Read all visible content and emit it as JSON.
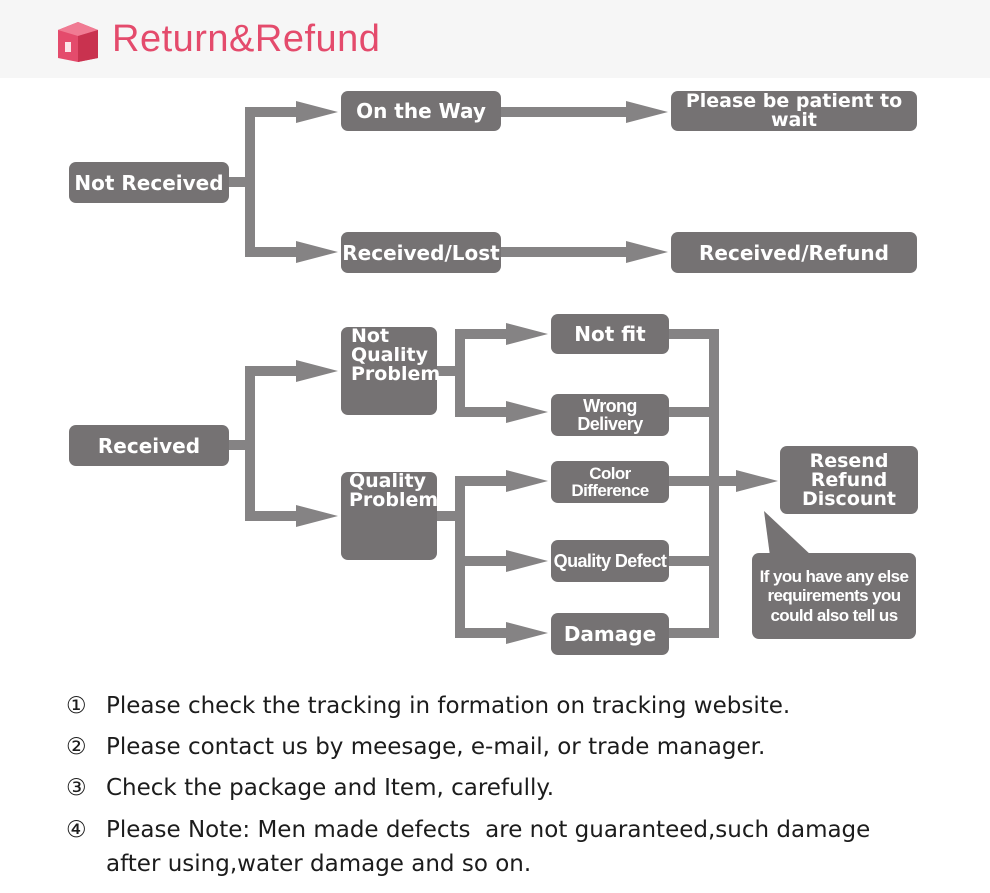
{
  "header": {
    "title": "Return&Refund",
    "icon": "package-box-icon",
    "accent": "#e44b6c"
  },
  "colors": {
    "box": "#757273",
    "connector": "#858384",
    "text": "#1c1c1c"
  },
  "flow": {
    "not_received": "Not Received",
    "on_the_way": "On the Way",
    "please_wait": "Please be patient to wait",
    "received_lost": "Received/Lost",
    "received_refund": "Received/Refund",
    "received": "Received",
    "not_quality_problem": [
      "Not",
      "Quality",
      "Problem"
    ],
    "quality_problem": [
      "Quality",
      "Problem"
    ],
    "not_fit": "Not fit",
    "wrong_delivery": "Wrong Delivery",
    "color_difference": "Color Difference",
    "quality_defect": "Quality Defect",
    "damage": "Damage",
    "resolution": [
      "Resend",
      "Refund",
      "Discount"
    ],
    "callout": [
      "If you have any else",
      "requirements you",
      "could also tell us"
    ]
  },
  "notes": [
    {
      "num": "①",
      "text": "Please check the tracking in formation on tracking website."
    },
    {
      "num": "②",
      "text": "Please contact us by meesage, e-mail, or trade manager."
    },
    {
      "num": "③",
      "text": "Check the package and Item, carefully."
    },
    {
      "num": "④",
      "text": [
        "Please Note: Men made defects  are not guaranteed,such damage",
        "after using,water damage and so on."
      ]
    }
  ]
}
